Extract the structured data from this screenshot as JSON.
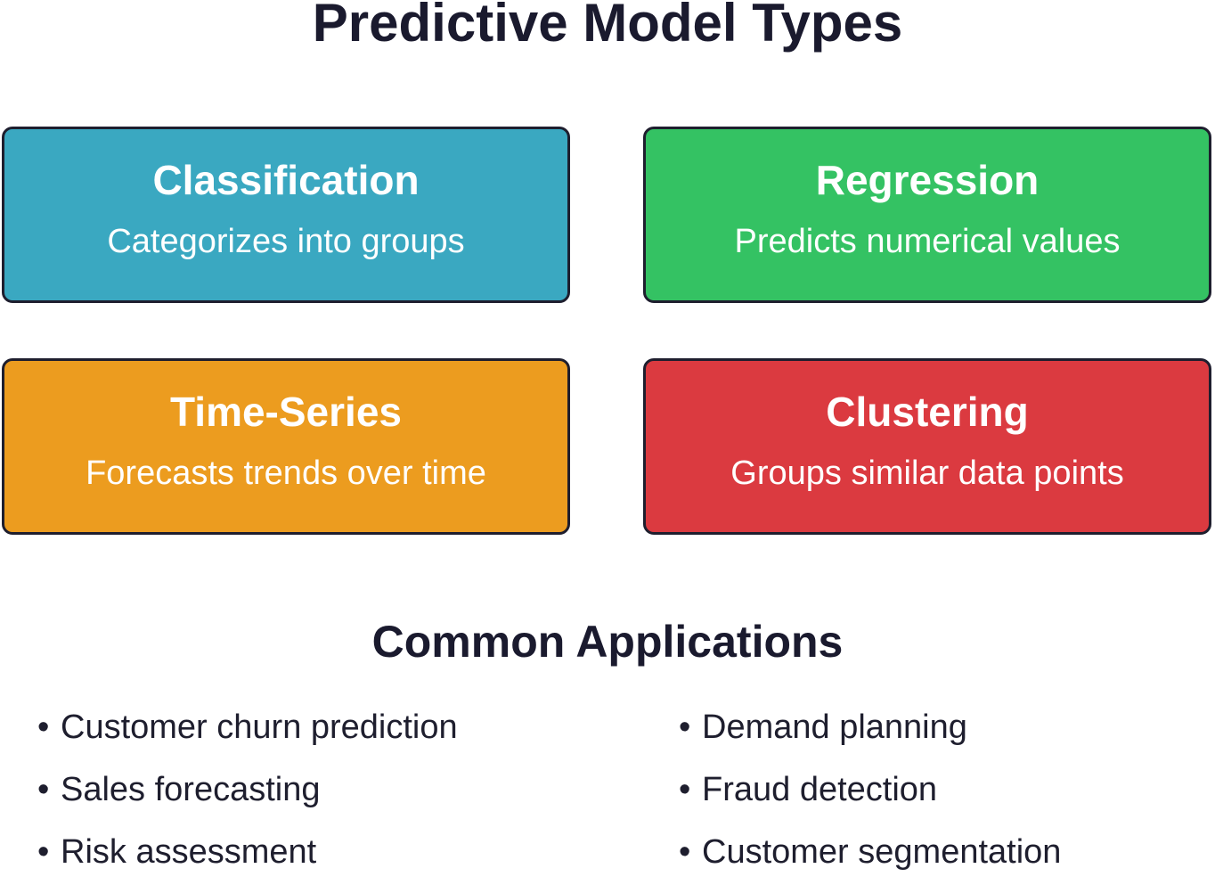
{
  "title": "Predictive Model Types",
  "model_types": [
    {
      "name": "Classification",
      "description": "Categorizes into groups",
      "color": "#3aa8c1"
    },
    {
      "name": "Regression",
      "description": "Predicts numerical values",
      "color": "#34c263"
    },
    {
      "name": "Time-Series",
      "description": "Forecasts trends over time",
      "color": "#ec9c1f"
    },
    {
      "name": "Clustering",
      "description": "Groups similar data points",
      "color": "#db3a40"
    }
  ],
  "applications": {
    "heading": "Common Applications",
    "bullet": "•",
    "left": [
      "Customer churn prediction",
      "Sales forecasting",
      "Risk assessment"
    ],
    "right": [
      "Demand planning",
      "Fraud detection",
      "Customer segmentation"
    ]
  },
  "colors": {
    "border": "#1e1e2e",
    "text_dark": "#1a1a2e",
    "text_light": "#ffffff"
  }
}
